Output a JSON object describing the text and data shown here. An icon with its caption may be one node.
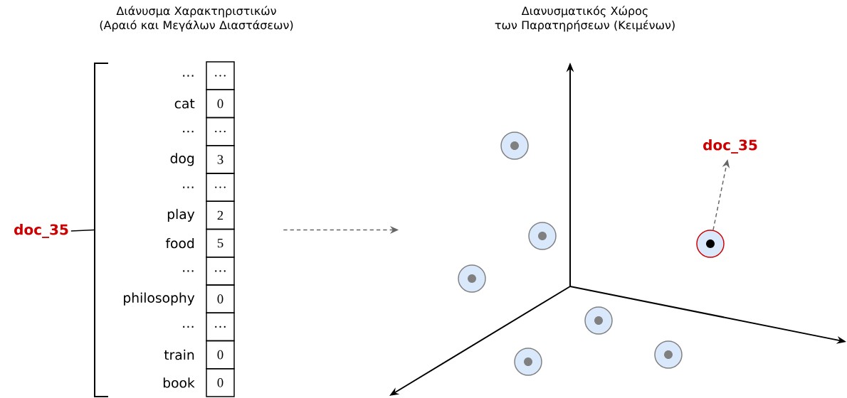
{
  "diagram": {
    "nodes": [
      {
        "text": [
          "doc_35"
        ]
      },
      {
        "text": [
          "Διάνυσμα Χαρακτηριστικών (Αραιό και Μεγάλων Διαστάσεων)"
        ]
      },
      {
        "text": [
          "Διανυσματικός Χώρος των Παρατηρήσεων (Κειμένων)"
        ]
      },
      {
        "text": [],
        "shape": "circle",
        "in": 2
      },
      {
        "text": [],
        "shape": "circle",
        "in": 2
      },
      {
        "text": [],
        "shape": "circle",
        "in": 2
      },
      {
        "text": [],
        "shape": "circle",
        "in": 2
      },
      {
        "text": [],
        "shape": "circle",
        "in": 2
      },
      {
        "text": [],
        "shape": "circle",
        "in": 2
      },
      {
        "text": [],
        "shape": "circle",
        "in": 2
      },
      {
        "text": [
          "doc_35"
        ],
        "in": 2
      }
    ],
    "edges": [
      {
        "from": 0,
        "to": 1,
        "arrow": "none",
        "color": "#000000"
      },
      {
        "from": 1,
        "to": 2,
        "arrow": "to",
        "style": "dashed",
        "color": "#666666"
      },
      {
        "from": 9,
        "to": 10,
        "arrow": "to",
        "style": "dashed",
        "color": "#666666"
      }
    ],
    "labels": [
      "…",
      "…",
      "cat",
      "0",
      "…",
      "…",
      "dog",
      "3",
      "…",
      "…",
      "play",
      "2",
      "food",
      "5",
      "…",
      "…",
      "philosophy",
      "0",
      "…",
      "…",
      "train",
      "0",
      "book",
      "0"
    ]
  }
}
